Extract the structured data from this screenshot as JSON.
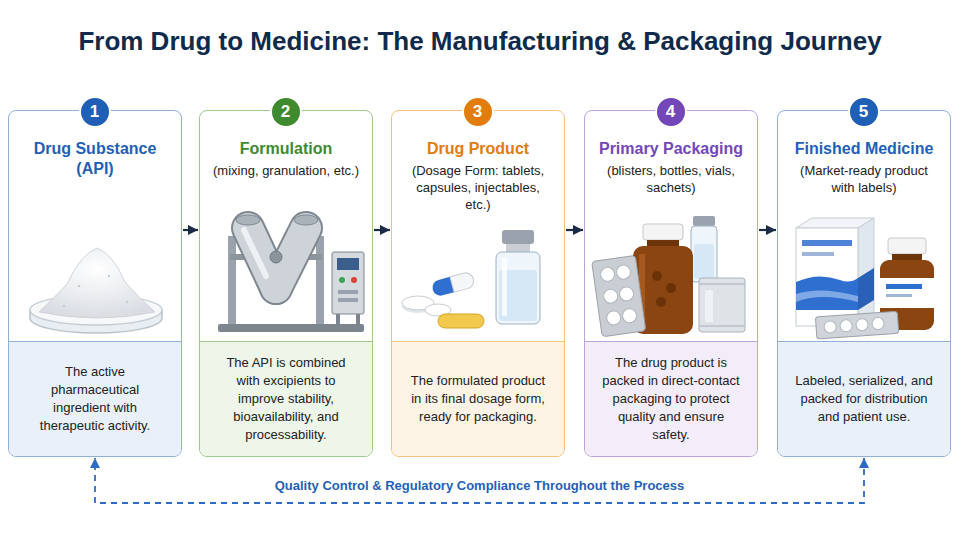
{
  "diagram": {
    "title": "From Drug to Medicine: The Manufacturing & Packaging Journey",
    "nodes": [
      {
        "text": [
          "Drug Substance (API)",
          "The active pharmaceutical ingredient with therapeutic activity."
        ]
      },
      {
        "text": [
          "1"
        ],
        "in": 0
      },
      {
        "text": [
          "Formulation",
          "(mixing, granulation, etc.)",
          "The API is combined with excipients to improve stability, bioavailability, and processability."
        ]
      },
      {
        "text": [
          "2"
        ],
        "in": 2
      },
      {
        "text": [
          "Drug Product",
          "(Dosage Form: tablets, capsules, injectables, etc.)",
          "The formulated product in its final dosage form, ready for packaging."
        ]
      },
      {
        "text": [
          "3"
        ],
        "in": 4
      },
      {
        "text": [
          "Primary Packaging",
          "(blisters, bottles, vials, sachets)",
          "The drug product is packed in direct-contact packaging to protect quality and ensure safety."
        ]
      },
      {
        "text": [
          "4"
        ],
        "in": 6
      },
      {
        "text": [
          "Finished Medicine",
          "(Market-ready product with labels)",
          "Labeled, serialized, and packed for distribution and patient use."
        ]
      },
      {
        "text": [
          "5"
        ],
        "in": 8
      }
    ],
    "edges": [
      {
        "from": 0,
        "to": 2,
        "arrow": "to"
      },
      {
        "from": 2,
        "to": 4,
        "arrow": "to"
      },
      {
        "from": 4,
        "to": 6,
        "arrow": "to"
      },
      {
        "from": 6,
        "to": 8,
        "arrow": "to"
      },
      {
        "from": 8,
        "to": 0,
        "label": "Quality Control & Regulatory Compliance Throughout the Process",
        "arrow": "both"
      }
    ]
  }
}
